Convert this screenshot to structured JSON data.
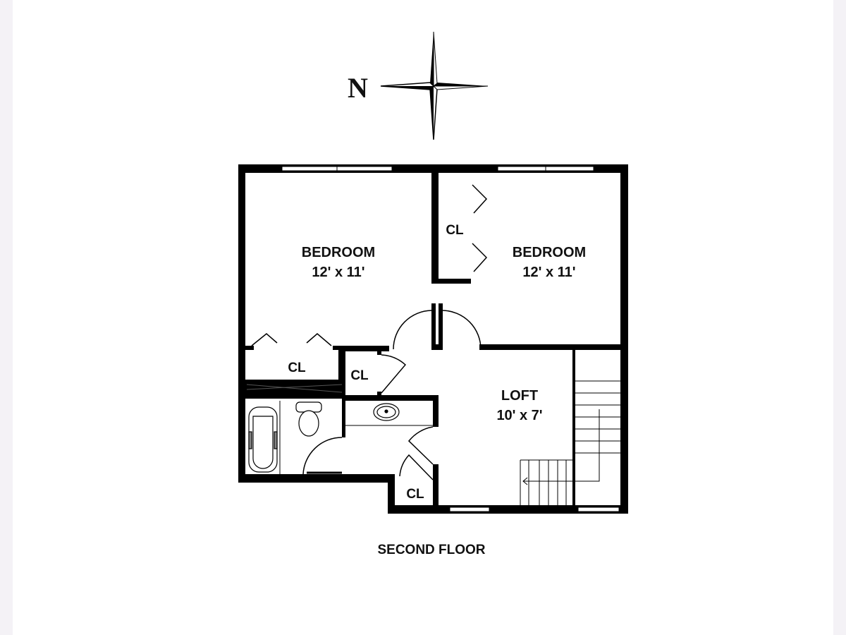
{
  "compass": {
    "north_label": "N"
  },
  "rooms": [
    {
      "name": "BEDROOM",
      "size": "12' x 11'"
    },
    {
      "name": "BEDROOM",
      "size": "12' x 11'"
    },
    {
      "name": "LOFT",
      "size": "10' x 7'"
    }
  ],
  "closets": [
    "CL",
    "CL",
    "CL",
    "CL"
  ],
  "floor_title": "SECOND FLOOR",
  "colors": {
    "wall": "#000000",
    "background": "#ffffff",
    "margin": "#f4f2f6"
  }
}
